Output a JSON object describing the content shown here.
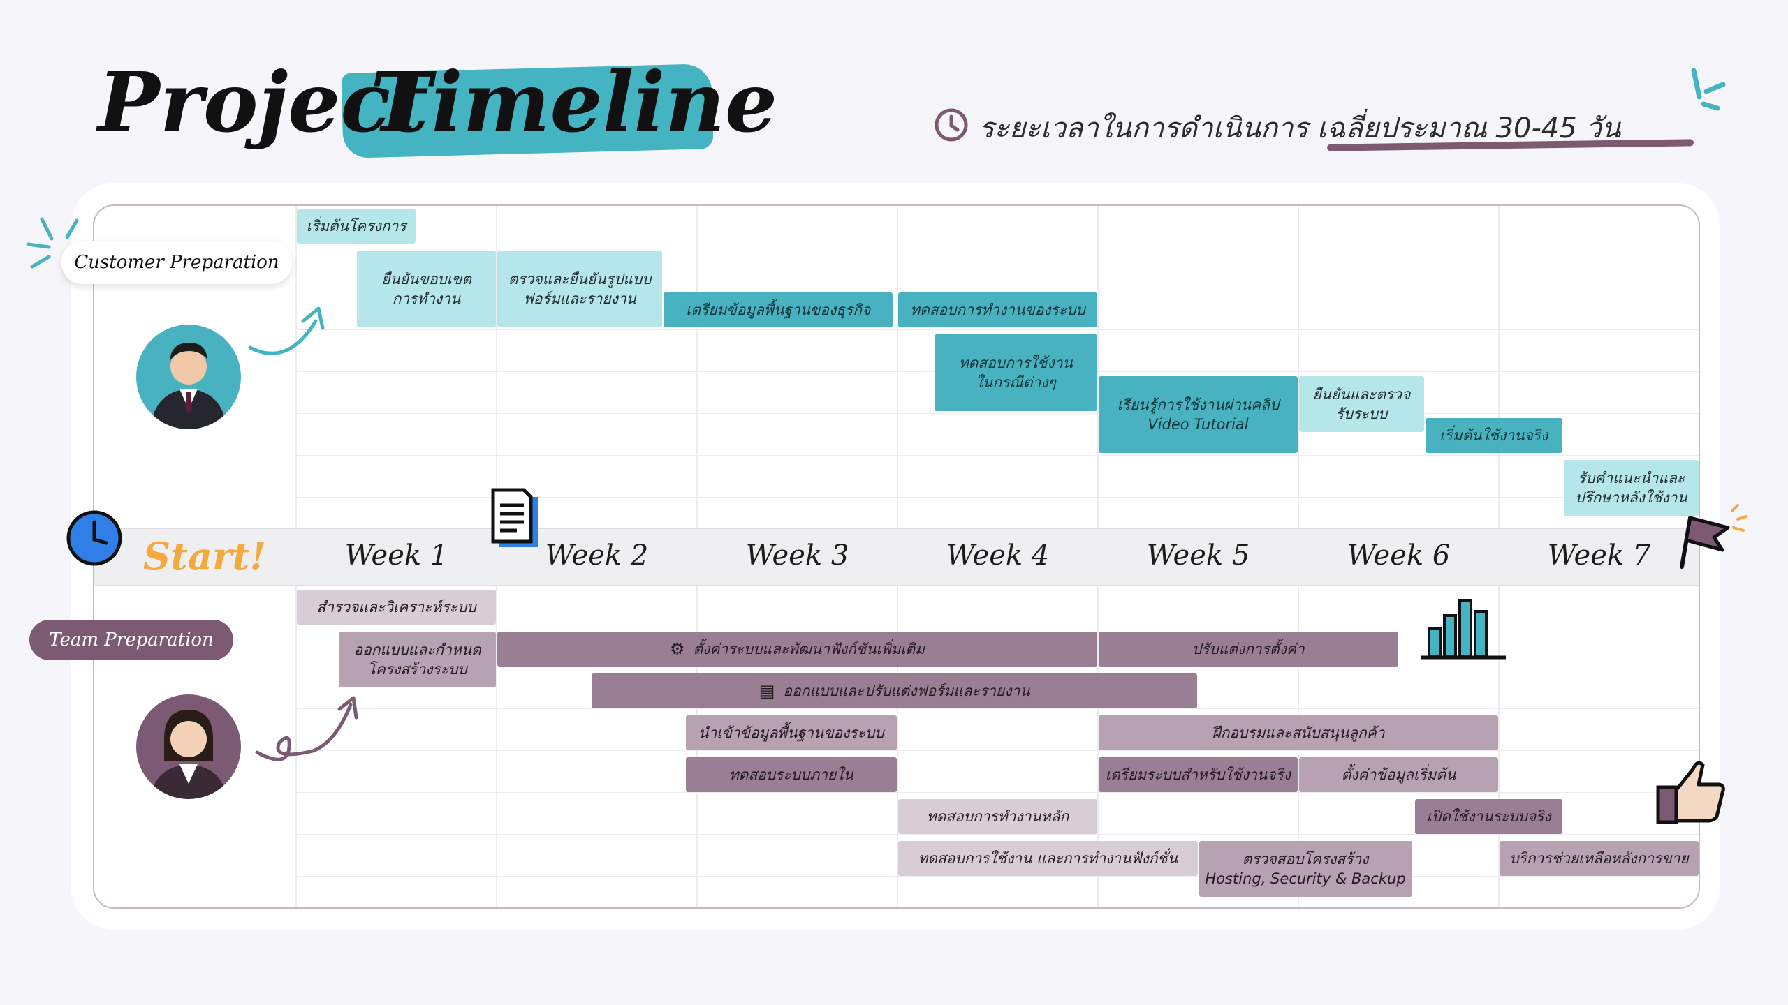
{
  "title": {
    "word1": "Project",
    "word2": "Timeline"
  },
  "duration": {
    "text": "ระยะเวลาในการดำเนินการ เฉลี่ยประมาณ 30-45 วัน"
  },
  "start_label": "Start!",
  "weeks": [
    "Week 1",
    "Week 2",
    "Week 3",
    "Week 4",
    "Week 5",
    "Week 6",
    "Week 7"
  ],
  "customer": {
    "label": "Customer Preparation",
    "tasks": [
      {
        "text": "เริ่มต้นโครงการ",
        "start": 0.0,
        "end": 0.6,
        "row": 0,
        "color": "light"
      },
      {
        "text": "ยืนยันขอบเขต\nการทำงาน",
        "start": 0.3,
        "end": 1.0,
        "row": 1,
        "rows": 2,
        "color": "light"
      },
      {
        "text": "ตรวจและยืนยันรูปแบบ\nฟอร์มและรายงาน",
        "start": 1.0,
        "end": 1.83,
        "row": 1,
        "rows": 2,
        "color": "light"
      },
      {
        "text": "เตรียมข้อมูลพื้นฐานของธุรกิจ",
        "start": 1.83,
        "end": 2.98,
        "row": 2,
        "color": "teal"
      },
      {
        "text": "ทดสอบการทำงานของระบบ",
        "start": 3.0,
        "end": 4.0,
        "row": 2,
        "color": "teal"
      },
      {
        "text": "ทดสอบการใช้งาน\nในกรณีต่างๆ",
        "start": 3.18,
        "end": 4.0,
        "row": 3,
        "rows": 2,
        "color": "teal"
      },
      {
        "text": "เรียนรู้การใช้งานผ่านคลิป\nVideo Tutorial",
        "start": 4.0,
        "end": 5.0,
        "row": 4,
        "rows": 2,
        "color": "teal"
      },
      {
        "text": "ยืนยันและตรวจ\nรับระบบ",
        "start": 5.0,
        "end": 5.63,
        "row": 4,
        "rows": 1.5,
        "color": "light"
      },
      {
        "text": "เริ่มต้นใช้งานจริง",
        "start": 5.63,
        "end": 6.32,
        "row": 5,
        "color": "teal"
      },
      {
        "text": "รับคำแนะนำและ\nปรึกษาหลังใช้งาน",
        "start": 6.32,
        "end": 7.0,
        "row": 6,
        "rows": 1.5,
        "color": "light"
      }
    ]
  },
  "team": {
    "label": "Team Preparation",
    "tasks": [
      {
        "text": "สำรวจและวิเคราะห์ระบบ",
        "start": 0.0,
        "end": 1.0,
        "row": 0,
        "color": "light"
      },
      {
        "text": "ออกแบบและกำหนด\nโครงสร้างระบบ",
        "start": 0.21,
        "end": 1.0,
        "row": 1,
        "rows": 1.5,
        "color": "mid"
      },
      {
        "text": "ตั้งค่าระบบและพัฒนาฟังก์ชันเพิ่มเติม",
        "start": 1.0,
        "end": 4.0,
        "row": 1,
        "color": "dark",
        "icon": "⚙"
      },
      {
        "text": "ปรับแต่งการตั้งค่า",
        "start": 4.0,
        "end": 5.5,
        "row": 1,
        "color": "dark"
      },
      {
        "text": "ออกแบบและปรับแต่งฟอร์มและรายงาน",
        "start": 1.47,
        "end": 4.5,
        "row": 2,
        "color": "dark",
        "icon": "▤"
      },
      {
        "text": "นำเข้าข้อมูลพื้นฐานของระบบ",
        "start": 1.94,
        "end": 3.0,
        "row": 3,
        "color": "mid"
      },
      {
        "text": "ฝึกอบรมและสนับสนุนลูกค้า",
        "start": 4.0,
        "end": 6.0,
        "row": 3,
        "color": "mid"
      },
      {
        "text": "ทดสอบระบบภายใน",
        "start": 1.94,
        "end": 3.0,
        "row": 4,
        "color": "dark"
      },
      {
        "text": "เตรียมระบบสำหรับใช้งานจริง",
        "start": 4.0,
        "end": 5.0,
        "row": 4,
        "color": "dark"
      },
      {
        "text": "ตั้งค่าข้อมูลเริ่มต้น",
        "start": 5.0,
        "end": 6.0,
        "row": 4,
        "color": "mid"
      },
      {
        "text": "ทดสอบการทำงานหลัก",
        "start": 3.0,
        "end": 4.0,
        "row": 5,
        "color": "light"
      },
      {
        "text": "เปิดใช้งานระบบจริง",
        "start": 5.58,
        "end": 6.32,
        "row": 5,
        "color": "dark"
      },
      {
        "text": "ทดสอบการใช้งาน และการทำงานฟังก์ชั่น",
        "start": 3.0,
        "end": 4.5,
        "row": 6,
        "color": "light"
      },
      {
        "text": "ตรวจสอบโครงสร้าง\nHosting, Security & Backup",
        "start": 4.5,
        "end": 5.57,
        "row": 6,
        "rows": 1.5,
        "color": "mid"
      },
      {
        "text": "บริการช่วยเหลือหลังการขาย",
        "start": 6.0,
        "end": 7.0,
        "row": 6,
        "color": "mid"
      }
    ]
  }
}
